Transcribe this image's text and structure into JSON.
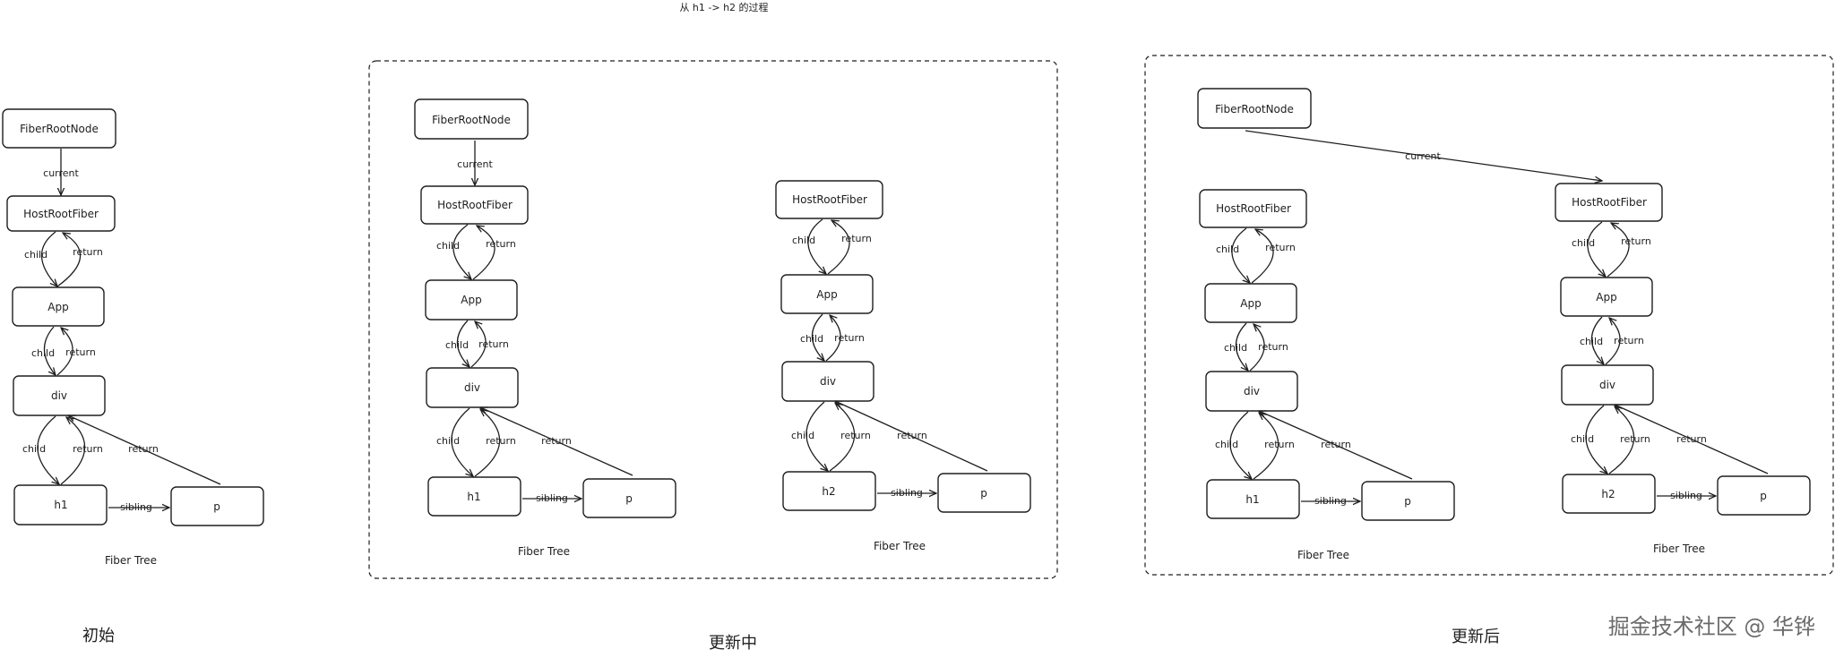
{
  "title": "从 h1 -> h2 的过程",
  "watermark": "掘金技术社区 @ 华铧",
  "colors": {
    "ink": "#1e1e1e",
    "background": "#ffffff",
    "watermark": "#6b6b6b"
  },
  "edge_labels": {
    "current": "current",
    "child": "child",
    "return": "return",
    "sibling": "sibling"
  },
  "panels": [
    {
      "label": "初始",
      "trees": [
        {
          "caption": "Fiber Tree",
          "root": "FiberRootNode",
          "nodes": [
            "HostRootFiber",
            "App",
            "div",
            "h1",
            "p"
          ]
        }
      ]
    },
    {
      "label": "更新中",
      "trees": [
        {
          "caption": "Fiber Tree",
          "root": "FiberRootNode",
          "nodes": [
            "HostRootFiber",
            "App",
            "div",
            "h1",
            "p"
          ]
        },
        {
          "caption": "Fiber Tree",
          "root": "",
          "nodes": [
            "HostRootFiber",
            "App",
            "div",
            "h2",
            "p"
          ]
        }
      ]
    },
    {
      "label": "更新后",
      "trees": [
        {
          "caption": "Fiber Tree",
          "root": "FiberRootNode",
          "nodes": [
            "HostRootFiber",
            "App",
            "div",
            "h1",
            "p"
          ]
        },
        {
          "caption": "Fiber Tree",
          "root": "",
          "nodes": [
            "HostRootFiber",
            "App",
            "div",
            "h2",
            "p"
          ]
        }
      ]
    }
  ]
}
